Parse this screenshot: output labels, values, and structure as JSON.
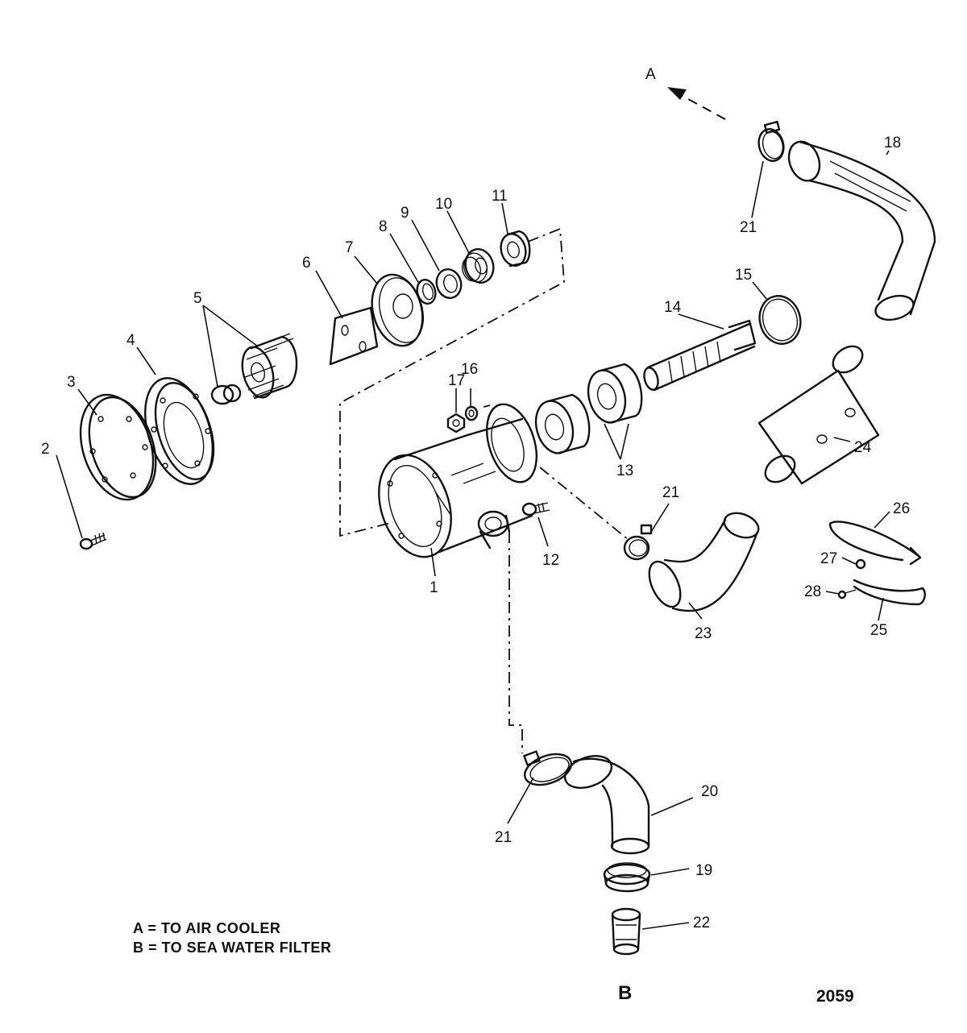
{
  "callouts": {
    "c1": "1",
    "c2": "2",
    "c3": "3",
    "c4": "4",
    "c5": "5",
    "c6": "6",
    "c7": "7",
    "c8": "8",
    "c9": "9",
    "c10": "10",
    "c11": "11",
    "c12": "12",
    "c13": "13",
    "c14": "14",
    "c15": "15",
    "c16": "16",
    "c17": "17",
    "c18": "18",
    "c19": "19",
    "c20": "20",
    "c21": "21",
    "c22": "22",
    "c23": "23",
    "c24": "24",
    "c25": "25",
    "c26": "26",
    "c27": "27",
    "c28": "28"
  },
  "markers": {
    "a": "A",
    "b": "B"
  },
  "legend": {
    "line_a": "A = TO AIR COOLER",
    "line_b": "B = TO SEA WATER FILTER"
  },
  "figure_ref": "2059"
}
